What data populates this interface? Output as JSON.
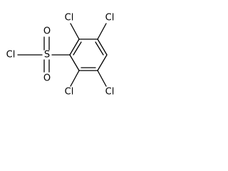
{
  "molecule": {
    "atoms": {
      "cl_sulfonyl": "Cl",
      "sulfur": "S",
      "oxygen_top": "O",
      "oxygen_bottom": "O",
      "cl_c2": "Cl",
      "cl_c3": "Cl",
      "cl_c5": "Cl",
      "cl_c6": "Cl"
    },
    "colors": {
      "bond": "#000000",
      "label": "#000000",
      "background": "#ffffff"
    }
  }
}
